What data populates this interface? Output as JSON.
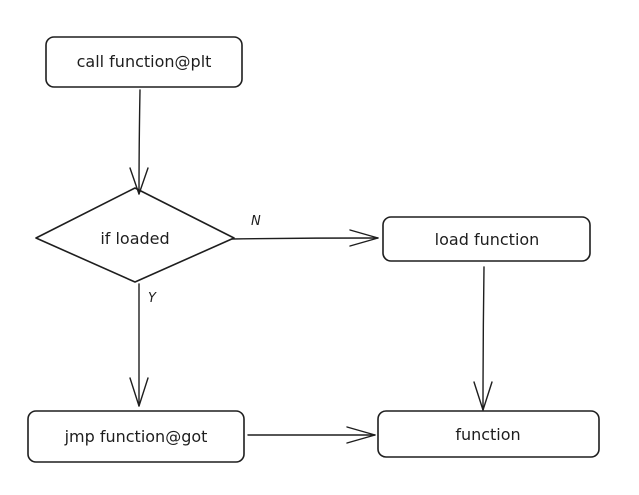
{
  "nodes": {
    "call_plt": "call function@plt",
    "if_loaded": "if loaded",
    "load_function": "load function",
    "jmp_got": "jmp function@got",
    "function": "function"
  },
  "edges": {
    "no_label": "N",
    "yes_label": "Y"
  },
  "colors": {
    "stroke": "#1e1e1e",
    "background": "#ffffff"
  }
}
